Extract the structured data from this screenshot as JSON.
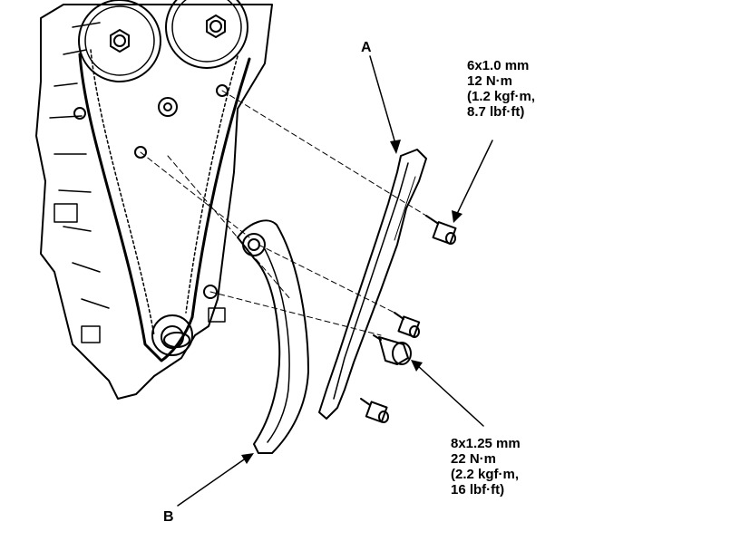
{
  "callouts": {
    "a": "A",
    "b": "B"
  },
  "spec_top": {
    "line1": "6x1.0 mm",
    "line2": "12 N·m",
    "line3": "(1.2 kgf·m,",
    "line4": "8.7 lbf·ft)"
  },
  "spec_bottom": {
    "line1": "8x1.25 mm",
    "line2": "22 N·m",
    "line3": "(2.2 kgf·m,",
    "line4": "16 lbf·ft)"
  },
  "colors": {
    "ink": "#000000",
    "paper": "#ffffff"
  }
}
